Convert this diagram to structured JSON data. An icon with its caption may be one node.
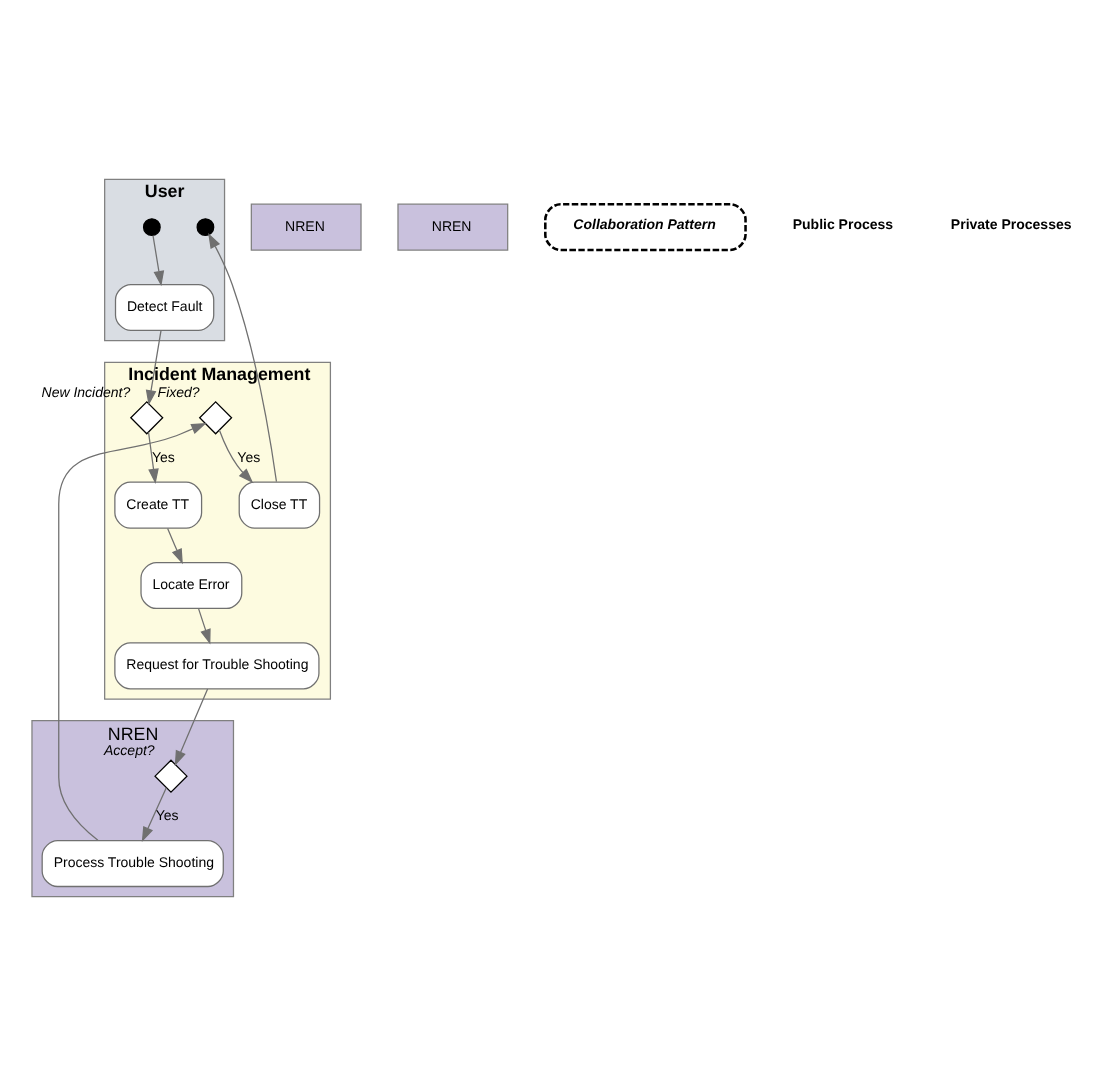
{
  "diagram": {
    "nodes": [
      {
        "text": [
          "User"
        ]
      },
      {
        "text": [
          "Incident Management"
        ]
      },
      {
        "text": [
          "NREN"
        ]
      },
      {
        "text": [
          "NREN"
        ]
      },
      {
        "text": [
          "NREN"
        ]
      },
      {
        "text": [],
        "shape": "circle",
        "in": 0
      },
      {
        "text": [
          "Detect Fault"
        ],
        "in": 0
      },
      {
        "text": [],
        "shape": "diamond",
        "beside": [
          "New Incident?"
        ],
        "in": 1
      },
      {
        "text": [
          "Create TT"
        ],
        "in": 1
      },
      {
        "text": [
          "Collaboration Pattern"
        ]
      },
      {
        "text": [
          "Locate Error"
        ],
        "in": 1
      },
      {
        "text": [
          "Request for Trouble Shooting"
        ],
        "in": 1
      },
      {
        "text": [],
        "shape": "diamond",
        "beside": [
          "Accept?"
        ],
        "in": 4
      },
      {
        "text": [],
        "shape": "diamond",
        "beside": [
          "Fixed?"
        ],
        "in": 1
      },
      {
        "text": [
          "Process Trouble Shooting"
        ],
        "in": 4
      },
      {
        "text": [
          "Close TT"
        ],
        "in": 1
      },
      {
        "text": [],
        "shape": "circle",
        "in": 0
      }
    ],
    "edges": [
      {
        "from": 5,
        "to": 6,
        "arrow": "to"
      },
      {
        "from": 6,
        "to": 7,
        "arrow": "to"
      },
      {
        "from": 7,
        "to": 8,
        "arrow": "to",
        "label": "Yes"
      },
      {
        "from": 8,
        "to": 10,
        "arrow": "to"
      },
      {
        "from": 10,
        "to": 11,
        "arrow": "to"
      },
      {
        "from": 11,
        "to": 12,
        "arrow": "to"
      },
      {
        "from": 12,
        "to": 14,
        "arrow": "to",
        "label": "Yes"
      },
      {
        "from": 14,
        "to": 13,
        "arrow": "to"
      },
      {
        "from": 13,
        "to": 15,
        "arrow": "to",
        "label": "Yes"
      },
      {
        "from": 15,
        "to": 16,
        "arrow": "to"
      }
    ],
    "labels": [
      "Public Process",
      "Private Processes"
    ]
  }
}
